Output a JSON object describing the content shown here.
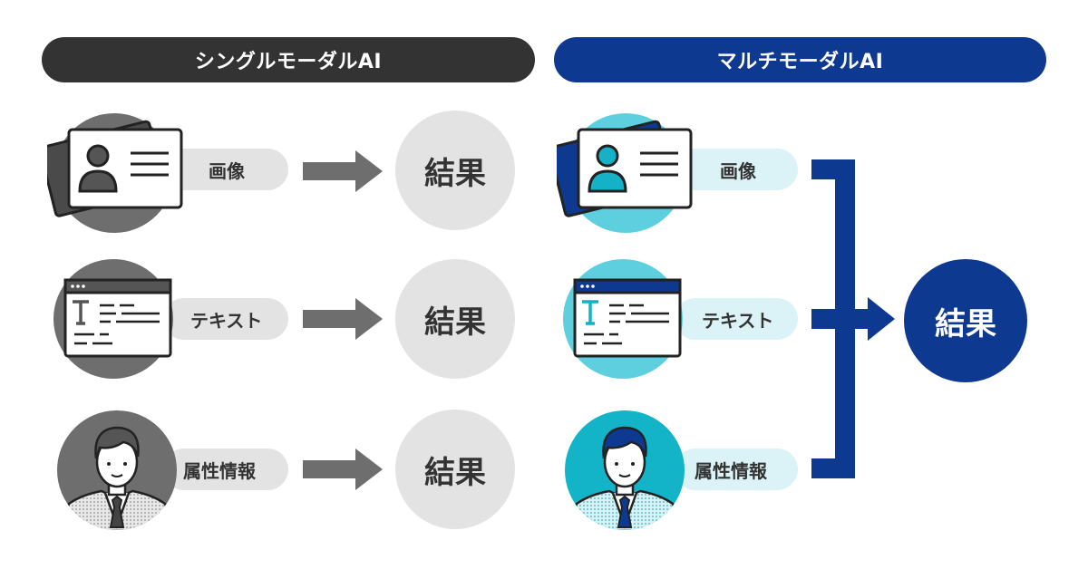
{
  "headers": {
    "single": "シングルモーダルAI",
    "multi": "マルチモーダルAI"
  },
  "inputs": {
    "image": "画像",
    "text": "テキスト",
    "attributes": "属性情報"
  },
  "result": "結果",
  "colors": {
    "single_dark": "#333333",
    "single_circle": "#6e6e6e",
    "single_pill": "#e3e3e3",
    "multi_navy": "#0e3990",
    "multi_cyan": "#5ecfdf",
    "multi_pill": "#dbf2f6"
  }
}
